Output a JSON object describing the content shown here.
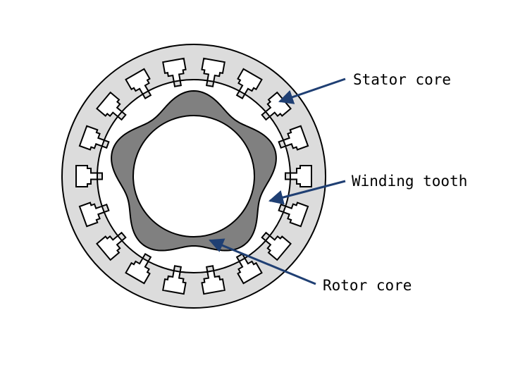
{
  "labels": {
    "stator": "Stator core",
    "winding": "Winding tooth",
    "rotor": "Rotor core"
  },
  "colors": {
    "stator_fill": "#dcdcdc",
    "rotor_fill": "#808080",
    "outline": "#000000",
    "arrow": "#1f3f73",
    "background": "#ffffff"
  },
  "stator": {
    "slot_count": 18
  },
  "rotor": {
    "lobe_count": 5
  }
}
